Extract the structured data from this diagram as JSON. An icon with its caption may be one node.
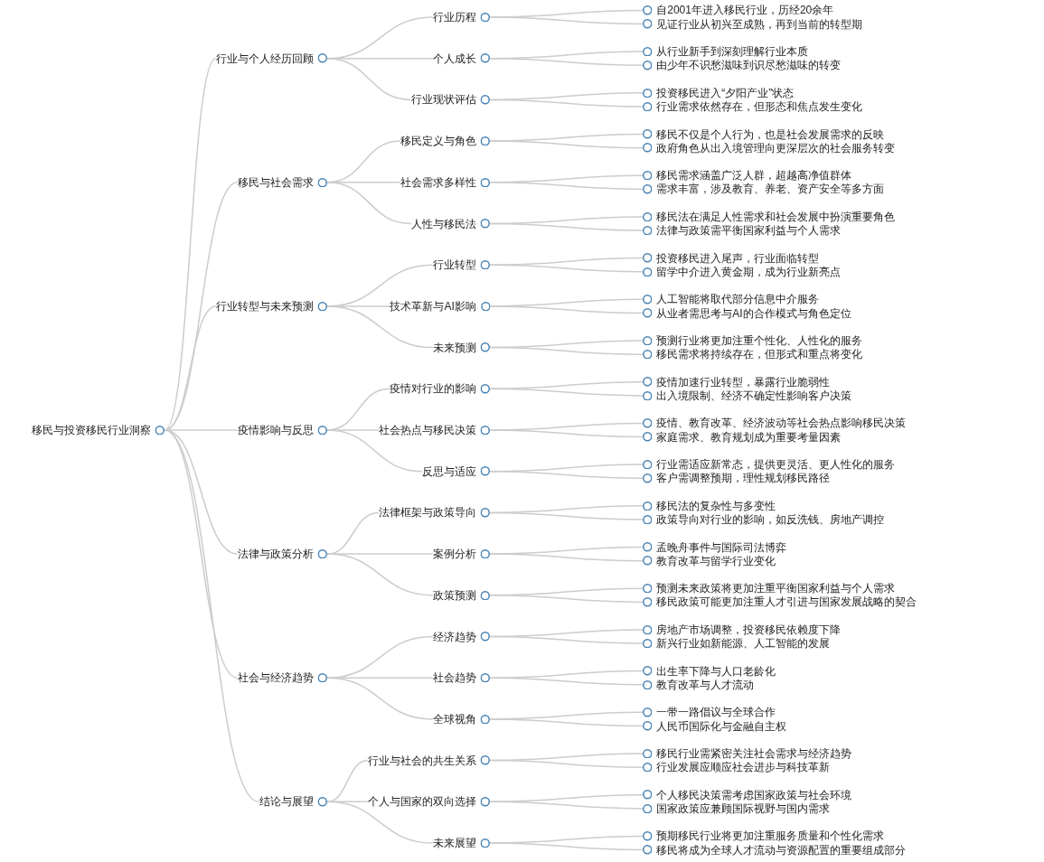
{
  "diagram": {
    "nodes": [
      {
        "text": [
          "移民与投资移民行业洞察"
        ]
      },
      {
        "text": [
          "行业与个人经历回顾"
        ]
      },
      {
        "text": [
          "行业历程"
        ]
      },
      {
        "text": [
          "自2001年进入移民行业，历经20余年"
        ]
      },
      {
        "text": [
          "见证行业从初兴至成熟，再到当前的转型期"
        ]
      },
      {
        "text": [
          "个人成长"
        ]
      },
      {
        "text": [
          "从行业新手到深刻理解行业本质"
        ]
      },
      {
        "text": [
          "由少年不识愁滋味到识尽愁滋味的转变"
        ]
      },
      {
        "text": [
          "行业现状评估"
        ]
      },
      {
        "text": [
          "投资移民进入“夕阳产业”状态"
        ]
      },
      {
        "text": [
          "行业需求依然存在，但形态和焦点发生变化"
        ]
      },
      {
        "text": [
          "移民与社会需求"
        ]
      },
      {
        "text": [
          "移民定义与角色"
        ]
      },
      {
        "text": [
          "移民不仅是个人行为，也是社会发展需求的反映"
        ]
      },
      {
        "text": [
          "政府角色从出入境管理向更深层次的社会服务转变"
        ]
      },
      {
        "text": [
          "社会需求多样性"
        ]
      },
      {
        "text": [
          "移民需求涵盖广泛人群，超越高净值群体"
        ]
      },
      {
        "text": [
          "需求丰富，涉及教育、养老、资产安全等多方面"
        ]
      },
      {
        "text": [
          "人性与移民法"
        ]
      },
      {
        "text": [
          "移民法在满足人性需求和社会发展中扮演重要角色"
        ]
      },
      {
        "text": [
          "法律与政策需平衡国家利益与个人需求"
        ]
      },
      {
        "text": [
          "行业转型与未来预测"
        ]
      },
      {
        "text": [
          "行业转型"
        ]
      },
      {
        "text": [
          "投资移民进入尾声，行业面临转型"
        ]
      },
      {
        "text": [
          "留学中介进入黄金期，成为行业新亮点"
        ]
      },
      {
        "text": [
          "技术革新与AI影响"
        ]
      },
      {
        "text": [
          "人工智能将取代部分信息中介服务"
        ]
      },
      {
        "text": [
          "从业者需思考与AI的合作模式与角色定位"
        ]
      },
      {
        "text": [
          "未来预测"
        ]
      },
      {
        "text": [
          "预测行业将更加注重个性化、人性化的服务"
        ]
      },
      {
        "text": [
          "移民需求将持续存在，但形式和重点将变化"
        ]
      },
      {
        "text": [
          "疫情影响与反思"
        ]
      },
      {
        "text": [
          "疫情对行业的影响"
        ]
      },
      {
        "text": [
          "疫情加速行业转型，暴露行业脆弱性"
        ]
      },
      {
        "text": [
          "出入境限制、经济不确定性影响客户决策"
        ]
      },
      {
        "text": [
          "社会热点与移民决策"
        ]
      },
      {
        "text": [
          "疫情、教育改革、经济波动等社会热点影响移民决策"
        ]
      },
      {
        "text": [
          "家庭需求、教育规划成为重要考量因素"
        ]
      },
      {
        "text": [
          "反思与适应"
        ]
      },
      {
        "text": [
          "行业需适应新常态，提供更灵活、更人性化的服务"
        ]
      },
      {
        "text": [
          "客户需调整预期，理性规划移民路径"
        ]
      },
      {
        "text": [
          "法律与政策分析"
        ]
      },
      {
        "text": [
          "法律框架与政策导向"
        ]
      },
      {
        "text": [
          "移民法的复杂性与多变性"
        ]
      },
      {
        "text": [
          "政策导向对行业的影响，如反洗钱、房地产调控"
        ]
      },
      {
        "text": [
          "案例分析"
        ]
      },
      {
        "text": [
          "孟晚舟事件与国际司法博弈"
        ]
      },
      {
        "text": [
          "教育改革与留学行业变化"
        ]
      },
      {
        "text": [
          "政策预测"
        ]
      },
      {
        "text": [
          "预测未来政策将更加注重平衡国家利益与个人需求"
        ]
      },
      {
        "text": [
          "移民政策可能更加注重人才引进与国家发展战略的契合"
        ]
      },
      {
        "text": [
          "社会与经济趋势"
        ]
      },
      {
        "text": [
          "经济趋势"
        ]
      },
      {
        "text": [
          "房地产市场调整，投资移民依赖度下降"
        ]
      },
      {
        "text": [
          "新兴行业如新能源、人工智能的发展"
        ]
      },
      {
        "text": [
          "社会趋势"
        ]
      },
      {
        "text": [
          "出生率下降与人口老龄化"
        ]
      },
      {
        "text": [
          "教育改革与人才流动"
        ]
      },
      {
        "text": [
          "全球视角"
        ]
      },
      {
        "text": [
          "一带一路倡议与全球合作"
        ]
      },
      {
        "text": [
          "人民币国际化与金融自主权"
        ]
      },
      {
        "text": [
          "结论与展望"
        ]
      },
      {
        "text": [
          "行业与社会的共生关系"
        ]
      },
      {
        "text": [
          "移民行业需紧密关注社会需求与经济趋势"
        ]
      },
      {
        "text": [
          "行业发展应顺应社会进步与科技革新"
        ]
      },
      {
        "text": [
          "个人与国家的双向选择"
        ]
      },
      {
        "text": [
          "个人移民决策需考虑国家政策与社会环境"
        ]
      },
      {
        "text": [
          "国家政策应兼顾国际视野与国内需求"
        ]
      },
      {
        "text": [
          "未来展望"
        ]
      },
      {
        "text": [
          "预期移民行业将更加注重服务质量和个性化需求"
        ]
      },
      {
        "text": [
          "移民将成为全球人才流动与资源配置的重要组成部分"
        ]
      }
    ],
    "edges": [
      {
        "from": 0,
        "to": 1,
        "arrow": "none"
      },
      {
        "from": 1,
        "to": 2,
        "arrow": "none"
      },
      {
        "from": 2,
        "to": 3,
        "arrow": "none"
      },
      {
        "from": 2,
        "to": 4,
        "arrow": "none"
      },
      {
        "from": 1,
        "to": 5,
        "arrow": "none"
      },
      {
        "from": 5,
        "to": 6,
        "arrow": "none"
      },
      {
        "from": 5,
        "to": 7,
        "arrow": "none"
      },
      {
        "from": 1,
        "to": 8,
        "arrow": "none"
      },
      {
        "from": 8,
        "to": 9,
        "arrow": "none"
      },
      {
        "from": 8,
        "to": 10,
        "arrow": "none"
      },
      {
        "from": 0,
        "to": 11,
        "arrow": "none"
      },
      {
        "from": 11,
        "to": 12,
        "arrow": "none"
      },
      {
        "from": 12,
        "to": 13,
        "arrow": "none"
      },
      {
        "from": 12,
        "to": 14,
        "arrow": "none"
      },
      {
        "from": 11,
        "to": 15,
        "arrow": "none"
      },
      {
        "from": 15,
        "to": 16,
        "arrow": "none"
      },
      {
        "from": 15,
        "to": 17,
        "arrow": "none"
      },
      {
        "from": 11,
        "to": 18,
        "arrow": "none"
      },
      {
        "from": 18,
        "to": 19,
        "arrow": "none"
      },
      {
        "from": 18,
        "to": 20,
        "arrow": "none"
      },
      {
        "from": 0,
        "to": 21,
        "arrow": "none"
      },
      {
        "from": 21,
        "to": 22,
        "arrow": "none"
      },
      {
        "from": 22,
        "to": 23,
        "arrow": "none"
      },
      {
        "from": 22,
        "to": 24,
        "arrow": "none"
      },
      {
        "from": 21,
        "to": 25,
        "arrow": "none"
      },
      {
        "from": 25,
        "to": 26,
        "arrow": "none"
      },
      {
        "from": 25,
        "to": 27,
        "arrow": "none"
      },
      {
        "from": 21,
        "to": 28,
        "arrow": "none"
      },
      {
        "from": 28,
        "to": 29,
        "arrow": "none"
      },
      {
        "from": 28,
        "to": 30,
        "arrow": "none"
      },
      {
        "from": 0,
        "to": 31,
        "arrow": "none"
      },
      {
        "from": 31,
        "to": 32,
        "arrow": "none"
      },
      {
        "from": 32,
        "to": 33,
        "arrow": "none"
      },
      {
        "from": 32,
        "to": 34,
        "arrow": "none"
      },
      {
        "from": 31,
        "to": 35,
        "arrow": "none"
      },
      {
        "from": 35,
        "to": 36,
        "arrow": "none"
      },
      {
        "from": 35,
        "to": 37,
        "arrow": "none"
      },
      {
        "from": 31,
        "to": 38,
        "arrow": "none"
      },
      {
        "from": 38,
        "to": 39,
        "arrow": "none"
      },
      {
        "from": 38,
        "to": 40,
        "arrow": "none"
      },
      {
        "from": 0,
        "to": 41,
        "arrow": "none"
      },
      {
        "from": 41,
        "to": 42,
        "arrow": "none"
      },
      {
        "from": 42,
        "to": 43,
        "arrow": "none"
      },
      {
        "from": 42,
        "to": 44,
        "arrow": "none"
      },
      {
        "from": 41,
        "to": 45,
        "arrow": "none"
      },
      {
        "from": 45,
        "to": 46,
        "arrow": "none"
      },
      {
        "from": 45,
        "to": 47,
        "arrow": "none"
      },
      {
        "from": 41,
        "to": 48,
        "arrow": "none"
      },
      {
        "from": 48,
        "to": 49,
        "arrow": "none"
      },
      {
        "from": 48,
        "to": 50,
        "arrow": "none"
      },
      {
        "from": 0,
        "to": 51,
        "arrow": "none"
      },
      {
        "from": 51,
        "to": 52,
        "arrow": "none"
      },
      {
        "from": 52,
        "to": 53,
        "arrow": "none"
      },
      {
        "from": 52,
        "to": 54,
        "arrow": "none"
      },
      {
        "from": 51,
        "to": 55,
        "arrow": "none"
      },
      {
        "from": 55,
        "to": 56,
        "arrow": "none"
      },
      {
        "from": 55,
        "to": 57,
        "arrow": "none"
      },
      {
        "from": 51,
        "to": 58,
        "arrow": "none"
      },
      {
        "from": 58,
        "to": 59,
        "arrow": "none"
      },
      {
        "from": 58,
        "to": 60,
        "arrow": "none"
      },
      {
        "from": 0,
        "to": 61,
        "arrow": "none"
      },
      {
        "from": 61,
        "to": 62,
        "arrow": "none"
      },
      {
        "from": 62,
        "to": 63,
        "arrow": "none"
      },
      {
        "from": 62,
        "to": 64,
        "arrow": "none"
      },
      {
        "from": 61,
        "to": 65,
        "arrow": "none"
      },
      {
        "from": 65,
        "to": 66,
        "arrow": "none"
      },
      {
        "from": 65,
        "to": 67,
        "arrow": "none"
      },
      {
        "from": 61,
        "to": 68,
        "arrow": "none"
      },
      {
        "from": 68,
        "to": 69,
        "arrow": "none"
      },
      {
        "from": 68,
        "to": 70,
        "arrow": "none"
      }
    ]
  }
}
